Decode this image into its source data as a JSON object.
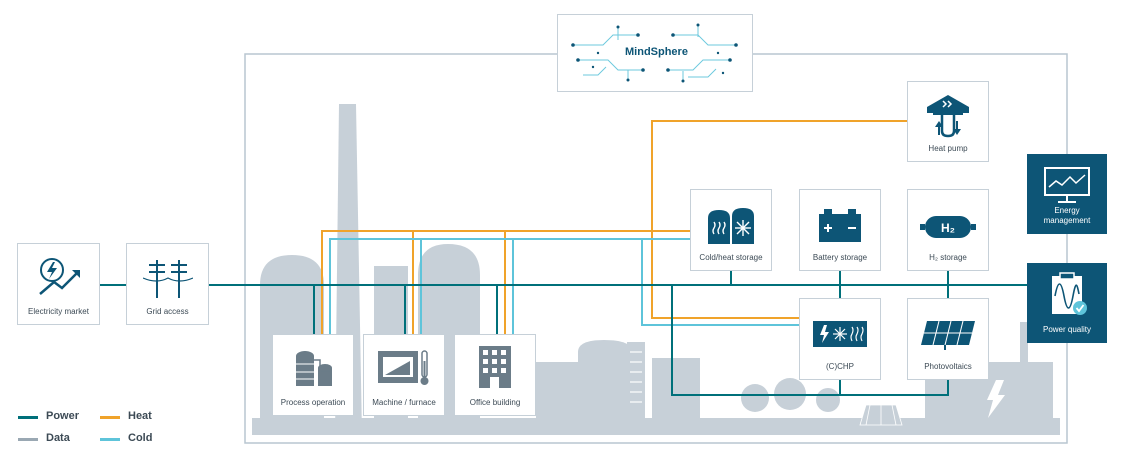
{
  "colors": {
    "power": "#00707a",
    "heat": "#f0a32a",
    "data": "#9aa8b3",
    "cold": "#5ec4da",
    "building": "#c7d0d8",
    "frame": "#b9c6d0",
    "dark_box": "#0d5576"
  },
  "platform": {
    "label": "MindSphere",
    "icon": "circuit-pattern"
  },
  "external": {
    "market": {
      "label": "Electricity market",
      "icon": "lightning-trend-icon"
    },
    "grid": {
      "label": "Grid access",
      "icon": "power-pole-icon"
    }
  },
  "consumers": [
    {
      "label": "Process operation",
      "icon": "silo-tanks-icon"
    },
    {
      "label": "Machine / furnace",
      "icon": "furnace-thermometer-icon"
    },
    {
      "label": "Office building",
      "icon": "office-building-icon"
    }
  ],
  "assets": {
    "heat_pump": {
      "label": "Heat pump",
      "icon": "heat-pump-icon"
    },
    "cold_heat_storage": {
      "label": "Cold/heat storage",
      "icon": "storage-tanks-icon"
    },
    "battery_storage": {
      "label": "Battery storage",
      "icon": "battery-icon"
    },
    "h2_storage": {
      "label": "H₂ storage",
      "icon": "h2-tank-icon",
      "tank_text": "H₂"
    },
    "chp": {
      "label": "(C)CHP",
      "icon": "chp-icon"
    },
    "photovoltaics": {
      "label": "Photovoltaics",
      "icon": "solar-panel-icon"
    }
  },
  "management": {
    "energy": {
      "label": "Energy management",
      "icon": "monitor-chart-icon"
    },
    "quality": {
      "label": "Power quality",
      "icon": "clipboard-wave-icon"
    }
  },
  "legend": [
    {
      "label": "Power",
      "color": "#00707a"
    },
    {
      "label": "Heat",
      "color": "#f0a32a"
    },
    {
      "label": "Data",
      "color": "#9aa8b3"
    },
    {
      "label": "Cold",
      "color": "#5ec4da"
    }
  ]
}
